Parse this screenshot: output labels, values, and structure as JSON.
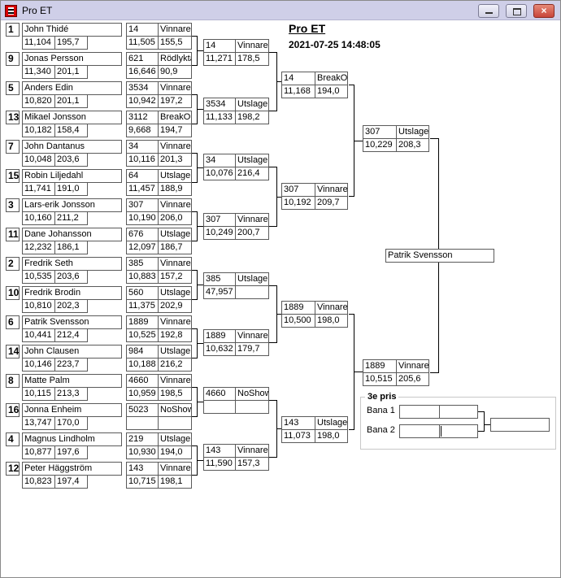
{
  "window": {
    "title": "Pro ET",
    "close_label": "×"
  },
  "header": {
    "title": "Pro ET",
    "datetime": "2021-07-25 14:48:05"
  },
  "round1": [
    {
      "seed": "1",
      "name": "John Thidé",
      "v1": "11,104",
      "v2": "195,7"
    },
    {
      "seed": "9",
      "name": "Jonas Persson",
      "v1": "11,340",
      "v2": "201,1"
    },
    {
      "seed": "5",
      "name": "Anders Edin",
      "v1": "10,820",
      "v2": "201,1"
    },
    {
      "seed": "13",
      "name": "Mikael Jonsson",
      "v1": "10,182",
      "v2": "158,4"
    },
    {
      "seed": "7",
      "name": " John Dantanus",
      "v1": "10,048",
      "v2": "203,6"
    },
    {
      "seed": "15",
      "name": "Robin Liljedahl",
      "v1": "11,741",
      "v2": "191,0"
    },
    {
      "seed": "3",
      "name": "Lars-erik Jonsson",
      "v1": "10,160",
      "v2": "211,2"
    },
    {
      "seed": "11",
      "name": "Dane Johansson",
      "v1": "12,232",
      "v2": "186,1"
    },
    {
      "seed": "2",
      "name": "Fredrik Seth",
      "v1": "10,535",
      "v2": "203,6"
    },
    {
      "seed": "10",
      "name": "Fredrik Brodin",
      "v1": "10,810",
      "v2": "202,3"
    },
    {
      "seed": "6",
      "name": "Patrik Svensson",
      "v1": "10,441",
      "v2": "212,4"
    },
    {
      "seed": "14",
      "name": "John Clausen",
      "v1": "10,146",
      "v2": "223,7"
    },
    {
      "seed": "8",
      "name": "Matte Palm",
      "v1": "10,115",
      "v2": "213,3"
    },
    {
      "seed": "16",
      "name": "Jonna Enheim",
      "v1": "13,747",
      "v2": "170,0"
    },
    {
      "seed": "4",
      "name": "Magnus Lindholm",
      "v1": "10,877",
      "v2": "197,6"
    },
    {
      "seed": "12",
      "name": "Peter Häggström",
      "v1": "10,823",
      "v2": "197,4"
    }
  ],
  "round2": [
    {
      "num": "14",
      "status": "Vinnare",
      "v1": "11,505",
      "v2": "155,5"
    },
    {
      "num": "621",
      "status": "Rödlykta",
      "v1": "16,646",
      "v2": "90,9"
    },
    {
      "num": "3534",
      "status": "Vinnare",
      "v1": "10,942",
      "v2": "197,2"
    },
    {
      "num": "3112",
      "status": "BreakOut",
      "v1": "9,668",
      "v2": "194,7"
    },
    {
      "num": "34",
      "status": "Vinnare",
      "v1": "10,116",
      "v2": "201,3"
    },
    {
      "num": "64",
      "status": "Utslagen",
      "v1": "11,457",
      "v2": "188,9"
    },
    {
      "num": "307",
      "status": "Vinnare",
      "v1": "10,190",
      "v2": "206,0"
    },
    {
      "num": "676",
      "status": "Utslagen",
      "v1": "12,097",
      "v2": "186,7"
    },
    {
      "num": "385",
      "status": "Vinnare",
      "v1": "10,883",
      "v2": "157,2"
    },
    {
      "num": "560",
      "status": "Utslagen",
      "v1": "11,375",
      "v2": "202,9"
    },
    {
      "num": "1889",
      "status": "Vinnare",
      "v1": "10,525",
      "v2": "192,8"
    },
    {
      "num": "984",
      "status": "Utslagen",
      "v1": "10,188",
      "v2": "216,2"
    },
    {
      "num": "4660",
      "status": "Vinnare",
      "v1": "10,959",
      "v2": "198,5"
    },
    {
      "num": "5023",
      "status": "NoShow",
      "v1": "",
      "v2": ""
    },
    {
      "num": "219",
      "status": "Utslagen",
      "v1": "10,930",
      "v2": "194,0"
    },
    {
      "num": "143",
      "status": "Vinnare",
      "v1": "10,715",
      "v2": "198,1"
    }
  ],
  "round3": [
    {
      "num": "14",
      "status": "Vinnare",
      "v1": "11,271",
      "v2": "178,5"
    },
    {
      "num": "3534",
      "status": "Utslagen",
      "v1": "11,133",
      "v2": "198,2"
    },
    {
      "num": "34",
      "status": "Utslagen",
      "v1": "10,076",
      "v2": "216,4"
    },
    {
      "num": "307",
      "status": "Vinnare",
      "v1": "10,249",
      "v2": "200,7"
    },
    {
      "num": "385",
      "status": "Utslagen",
      "v1": "47,957",
      "v2": ""
    },
    {
      "num": "1889",
      "status": "Vinnare",
      "v1": "10,632",
      "v2": "179,7"
    },
    {
      "num": "4660",
      "status": "NoShow",
      "v1": "",
      "v2": ""
    },
    {
      "num": "143",
      "status": "Vinnare",
      "v1": "11,590",
      "v2": "157,3"
    }
  ],
  "round4": [
    {
      "num": "14",
      "status": "BreakOut",
      "v1": "11,168",
      "v2": "194,0"
    },
    {
      "num": "307",
      "status": "Vinnare",
      "v1": "10,192",
      "v2": "209,7"
    },
    {
      "num": "1889",
      "status": "Vinnare",
      "v1": "10,500",
      "v2": "198,0"
    },
    {
      "num": "143",
      "status": "Utslagen",
      "v1": "11,073",
      "v2": "198,0"
    }
  ],
  "round5": [
    {
      "num": "307",
      "status": "Utslagen",
      "v1": "10,229",
      "v2": "208,3"
    },
    {
      "num": "1889",
      "status": "Vinnare",
      "v1": "10,515",
      "v2": "205,6"
    }
  ],
  "final": {
    "winner": "Patrik Svensson"
  },
  "third_place": {
    "legend": "3e pris",
    "lanes": [
      {
        "label": "Bana 1"
      },
      {
        "label": "Bana 2"
      }
    ]
  }
}
